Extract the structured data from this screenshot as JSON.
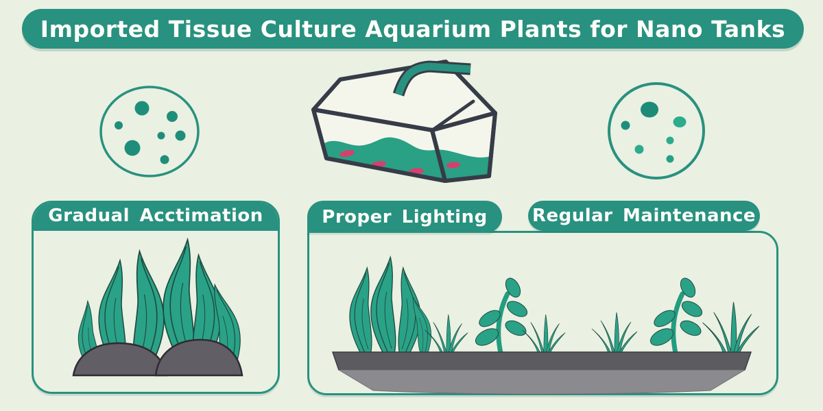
{
  "title": {
    "text": "Imported Tissue Culture Aquarium Plants for Nano Tanks"
  },
  "sections": [
    {
      "label": "Gradual Acctimation",
      "illustration": "seaweed-on-rocks"
    },
    {
      "label": "Proper Lighting",
      "illustration": "plant-tray"
    },
    {
      "label": "Regular Maintenance",
      "illustration": "plant-tray"
    }
  ],
  "icons": {
    "top_left": "petri-dish-icon",
    "top_center": "tissue-culture-cup-icon",
    "top_right": "petri-dish-icon"
  },
  "colors": {
    "background": "#eaf0e2",
    "teal_primary": "#28917f",
    "leaf_green": "#2aa287",
    "dot_dark": "#1e8e7a",
    "dot_light": "#2cab8d",
    "outline_dark": "#363c47",
    "rock_gray": "#615e66",
    "tray_dark_gray": "#5c5c60",
    "tray_light_gray": "#8b8b8f",
    "medium_pink": "#d5406e",
    "text_white": "#fdfdfa"
  }
}
